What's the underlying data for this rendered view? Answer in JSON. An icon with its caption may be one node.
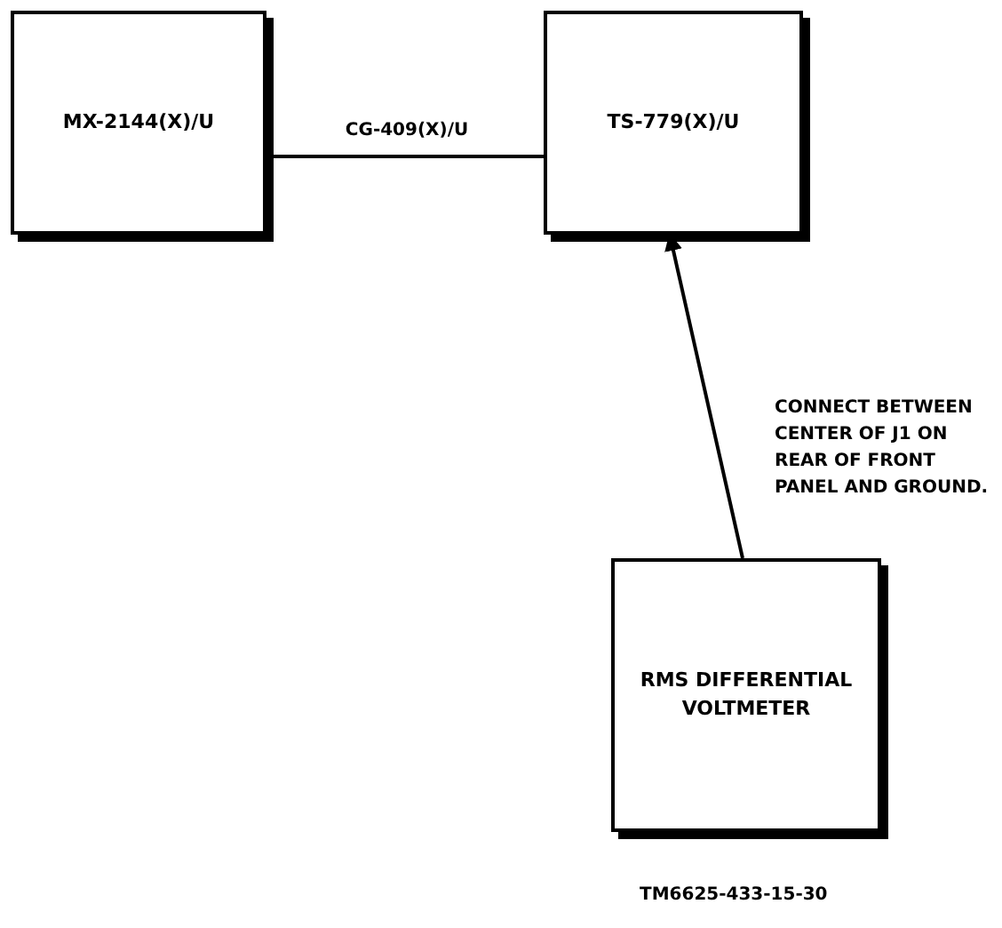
{
  "diagram": {
    "nodes": [
      {
        "text": [
          "MX-2144(X)/U"
        ]
      },
      {
        "text": [
          "TS-779(X)/U"
        ]
      },
      {
        "text": [
          "RMS DIFFERENTIAL VOLTMETER"
        ]
      }
    ],
    "edges": [
      {
        "from": 0,
        "to": 1,
        "arrow": "none",
        "label": "CG-409(X)/U"
      },
      {
        "from": 2,
        "to": 1,
        "arrow": "to",
        "label": "CONNECT BETWEEN CENTER OF J1 ON REAR OF FRONT PANEL AND GROUND."
      }
    ],
    "labels": [
      "TM6625-433-15-30"
    ]
  }
}
